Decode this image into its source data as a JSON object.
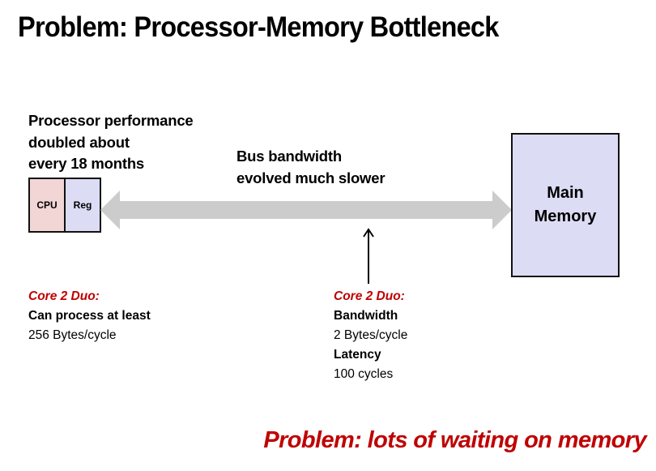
{
  "slide": {
    "title": "Problem: Processor-Memory Bottleneck",
    "processor_caption": [
      "Processor performance",
      "doubled about",
      "every 18 months"
    ],
    "bus_caption": [
      "Bus bandwidth",
      "evolved much slower"
    ],
    "cpu_block": {
      "cpu_label": "CPU",
      "reg_label": "Reg"
    },
    "memory_block": {
      "label": [
        "Main",
        "Memory"
      ]
    },
    "left_info": {
      "heading": "Core 2 Duo:",
      "line1": "Can process at least",
      "line2": "256 Bytes/cycle"
    },
    "right_info": {
      "heading": "Core 2 Duo:",
      "bandwidth_label": "Bandwidth",
      "bandwidth_value": "2 Bytes/cycle",
      "latency_label": "Latency",
      "latency_value": "100 cycles"
    },
    "bottom_problem": "Problem: lots of waiting on memory"
  },
  "colors": {
    "accent_red": "#c00000",
    "cpu_fill": "#f2d5d5",
    "reg_fill": "#dcdcf4",
    "memory_fill": "#dcdcf4",
    "bus_arrow": "#cccccc"
  }
}
